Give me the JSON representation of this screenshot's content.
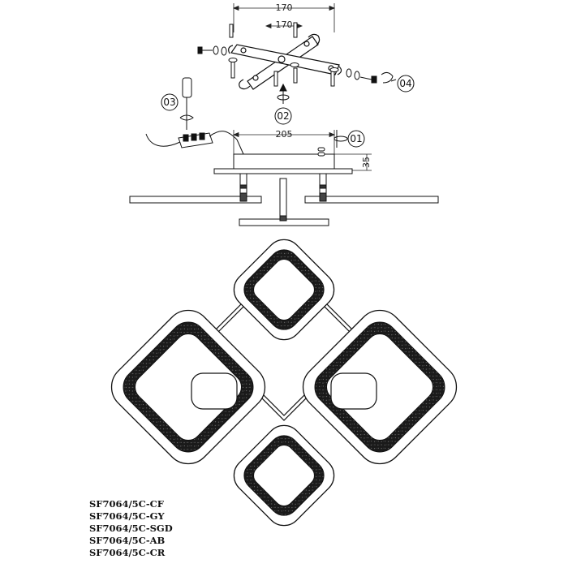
{
  "dimensions": {
    "outer_width": "170",
    "inner_width": "170",
    "base_width": "205",
    "base_height": "35"
  },
  "steps": [
    "01",
    "02",
    "03",
    "04"
  ],
  "models": [
    "SF7064/5C-CF",
    "SF7064/5C-GY",
    "SF7064/5C-SGD",
    "SF7064/5C-AB",
    "SF7064/5C-CR"
  ]
}
